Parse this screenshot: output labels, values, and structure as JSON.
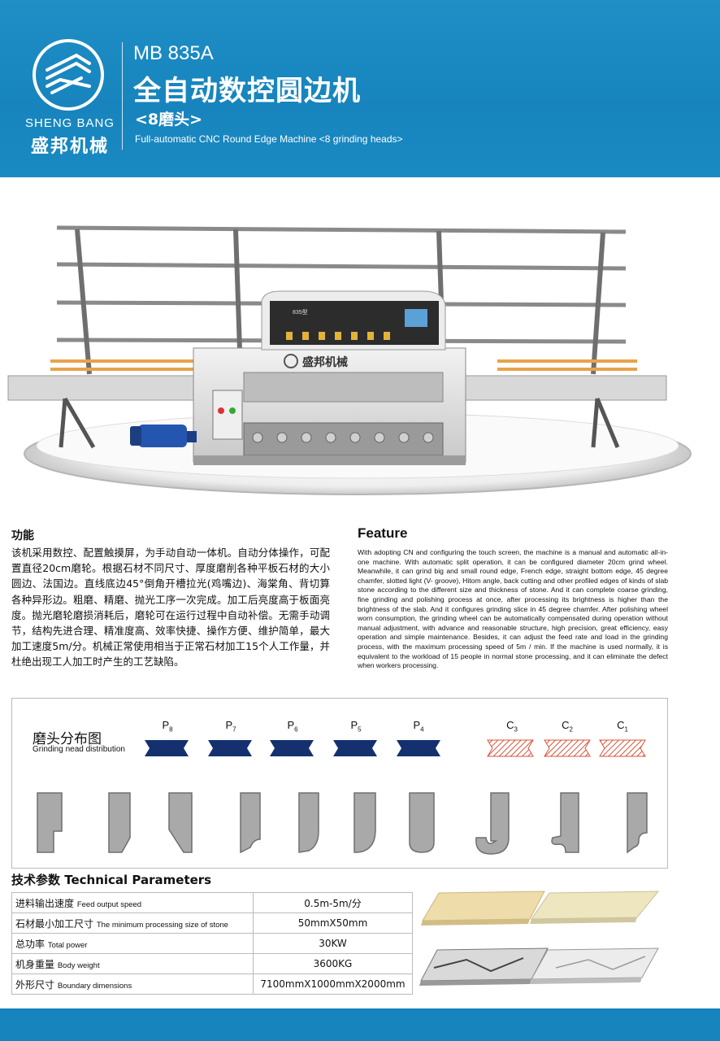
{
  "brand": {
    "en": "SHENG BANG",
    "cn": "盛邦机械"
  },
  "header": {
    "model": "MB 835A",
    "title_cn": "全自动数控圆边机",
    "subtitle_cn": "<8磨头>",
    "title_en": "Full-automatic CNC Round Edge Machine <8 grinding heads>"
  },
  "machine": {
    "panel_brand": "盛邦机械",
    "panel_model": "835型"
  },
  "function_cn": {
    "heading": "功能",
    "body": "该机采用数控、配置触摸屏，为手动自动一体机。自动分体操作，可配置直径20cm磨轮。根据石材不同尺寸、厚度磨削各种平板石材的大小圆边、法国边。直线底边45°倒角开槽拉光(鸡嘴边)、海棠角、背切算各种异形边。粗磨、精磨、抛光工序一次完成。加工后亮度高于板面亮度。抛光磨轮磨损消耗后，磨轮可在运行过程中自动补偿。无需手动调节，结构先进合理、精准度高、效率快捷、操作方便、维护简单，最大加工速度5m/分。机械正常使用相当于正常石材加工15个人工作量，并杜绝出现工人加工时产生的工艺缺陷。"
  },
  "feature_en": {
    "heading": "Feature",
    "body": "With adopting CN and configuring the touch screen, the machine is a manual and automatic all-in-one machine. With automatic split operation, it can be configured diameter 20cm grind wheel. Meanwhile, it can grind big and small round edge, French edge, straight bottom edge, 45 degree chamfer, slotted light (V- groove), Hitom angle, back cutting and other profiled edges of kinds of slab stone according to the different size and thickness of stone. And it can complete coarse grinding, fine grinding and polishing process at once, after processing its brightness is higher than the brightness of the slab. And it configures grinding slice in 45 degree chamfer. After polishing wheel worn consumption, the grinding wheel can be automatically compensated during operation without manual adjustment, with advance and reasonable structure, high precision, great efficiency, easy operation and simple maintenance. Besides, it can adjust the feed rate and load in the grinding process, with the maximum processing speed of 5m / min. If the machine is used normally, it is equivalent to the workload of 15 people in normal stone processing, and it can eliminate the defect when workers processing."
  },
  "distribution": {
    "title_cn": "磨头分布图",
    "title_en": "Grinding nead distribution",
    "polish_heads": [
      {
        "letter": "P",
        "sub": "8"
      },
      {
        "letter": "P",
        "sub": "7"
      },
      {
        "letter": "P",
        "sub": "6"
      },
      {
        "letter": "P",
        "sub": "5"
      },
      {
        "letter": "P",
        "sub": "4"
      }
    ],
    "coarse_heads": [
      {
        "letter": "C",
        "sub": "3"
      },
      {
        "letter": "C",
        "sub": "2"
      },
      {
        "letter": "C",
        "sub": "1"
      }
    ],
    "colors": {
      "polish": "#14306e",
      "coarse": "#d9533b",
      "profile": "#a9a9a9"
    }
  },
  "params": {
    "title": "技术参数 Technical Parameters",
    "rows": [
      {
        "cn": "进料输出速度",
        "en": "Feed output speed",
        "value": "0.5m-5m/分"
      },
      {
        "cn": "石材最小加工尺寸",
        "en": "The  minimum processing size of stone",
        "value": "50mmX50mm"
      },
      {
        "cn": "总功率",
        "en": "Total power",
        "value": "30KW"
      },
      {
        "cn": "机身重量",
        "en": "Body weight",
        "value": "3600KG"
      },
      {
        "cn": "外形尺寸",
        "en": "Boundary dimensions",
        "value": "7100mmX1000mmX2000mm"
      }
    ]
  },
  "theme": {
    "blue": "#1784bd"
  }
}
